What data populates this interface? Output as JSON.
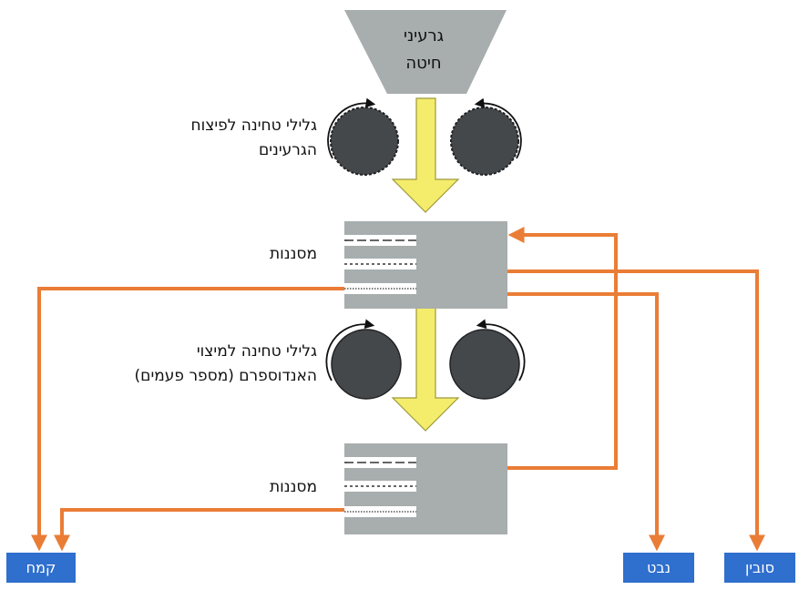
{
  "hopper": {
    "line1": "גרעיני",
    "line2": "חיטה"
  },
  "labels": {
    "break_rolls": {
      "line1": "גלילי טחינה לפיצוח",
      "line2": "הגרעינים"
    },
    "sifter_top": "מסננות",
    "reduction_rolls": {
      "line1": "גלילי טחינה למיצוי",
      "line2": "האנדוספרם (מספר פעמים)"
    },
    "sifter_bottom": "מסננות"
  },
  "outputs": {
    "flour": "קמח",
    "germ": "נבט",
    "bran": "סובין"
  },
  "colors": {
    "flow": "#ea7d36",
    "grain_arrow": "#f4ec6b",
    "machine_gray": "#a8adad",
    "roller": "#45484b",
    "output_box": "#2f6fcd"
  }
}
